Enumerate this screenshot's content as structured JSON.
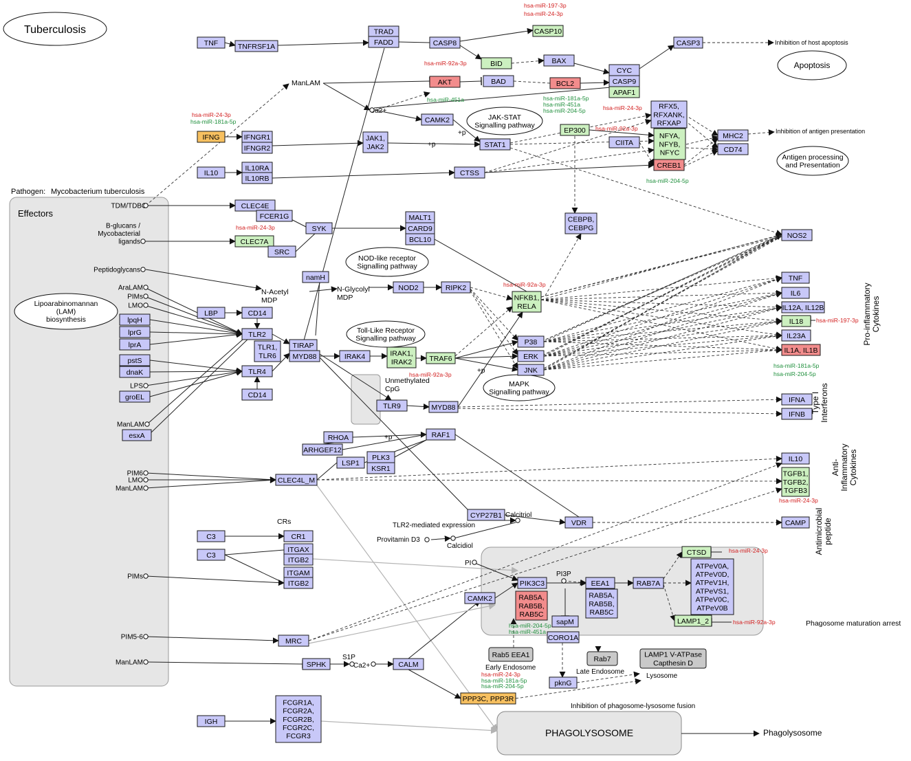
{
  "colors": {
    "gene": "#c8c8f8",
    "up": "#f28c8c",
    "target": "#ccf0c0",
    "orange": "#f7c060",
    "panel": "#e6e6e6",
    "mir_red": "#d21f1f",
    "mir_green": "#1f8f3c"
  },
  "title": "Tuberculosis",
  "pathogen_label": "Pathogen:",
  "pathogen_name": "Mycobacterium tuberculosis",
  "effectors_title": "Effectors",
  "genes": [
    {
      "id": "TNF_a",
      "label": "TNF",
      "c": "gene"
    },
    {
      "id": "TNFRSF1A",
      "label": "TNFRSF1A",
      "c": "gene"
    },
    {
      "id": "TRAD",
      "label": "TRAD",
      "c": "gene"
    },
    {
      "id": "FADD",
      "label": "FADD",
      "c": "gene"
    },
    {
      "id": "CASP8",
      "label": "CASP8",
      "c": "gene"
    },
    {
      "id": "CASP10",
      "label": "CASP10",
      "c": "target"
    },
    {
      "id": "CASP3",
      "label": "CASP3",
      "c": "gene"
    },
    {
      "id": "BID",
      "label": "BID",
      "c": "target"
    },
    {
      "id": "BAX",
      "label": "BAX",
      "c": "gene"
    },
    {
      "id": "AKT",
      "label": "AKT",
      "c": "up"
    },
    {
      "id": "BAD",
      "label": "BAD",
      "c": "gene"
    },
    {
      "id": "BCL2",
      "label": "BCL2",
      "c": "up"
    },
    {
      "id": "CYC",
      "label": "CYC",
      "c": "gene"
    },
    {
      "id": "CASP9",
      "label": "CASP9",
      "c": "gene"
    },
    {
      "id": "APAF1",
      "label": "APAF1",
      "c": "target"
    },
    {
      "id": "IFNG",
      "label": "IFNG",
      "c": "orange"
    },
    {
      "id": "IFNGR1",
      "label": "IFNGR1",
      "c": "gene"
    },
    {
      "id": "IFNGR2",
      "label": "IFNGR2",
      "c": "gene"
    },
    {
      "id": "JAK",
      "label": "JAK1,\nJAK2",
      "c": "gene"
    },
    {
      "id": "CAMK2_top",
      "label": "CAMK2",
      "c": "gene"
    },
    {
      "id": "STAT1",
      "label": "STAT1",
      "c": "gene"
    },
    {
      "id": "EP300",
      "label": "EP300",
      "c": "target"
    },
    {
      "id": "RFX",
      "label": "RFX5,\nRFXANK,\nRFXAP",
      "c": "gene"
    },
    {
      "id": "NFY",
      "label": "NFYA,\nNFYB,\nNFYC",
      "c": "target"
    },
    {
      "id": "CIITA",
      "label": "CIITA",
      "c": "gene"
    },
    {
      "id": "CREB1",
      "label": "CREB1",
      "c": "up"
    },
    {
      "id": "MHC2",
      "label": "MHC2",
      "c": "gene"
    },
    {
      "id": "CD74",
      "label": "CD74",
      "c": "gene"
    },
    {
      "id": "IL10_a",
      "label": "IL10",
      "c": "gene"
    },
    {
      "id": "IL10RA",
      "label": "IL10RA",
      "c": "gene"
    },
    {
      "id": "IL10RB",
      "label": "IL10RB",
      "c": "gene"
    },
    {
      "id": "CTSS",
      "label": "CTSS",
      "c": "gene"
    },
    {
      "id": "CLEC4E",
      "label": "CLEC4E",
      "c": "gene"
    },
    {
      "id": "FCER1G",
      "label": "FCER1G",
      "c": "gene"
    },
    {
      "id": "SYK",
      "label": "SYK",
      "c": "gene"
    },
    {
      "id": "CLEC7A",
      "label": "CLEC7A",
      "c": "target"
    },
    {
      "id": "SRC",
      "label": "SRC",
      "c": "gene"
    },
    {
      "id": "MALT1",
      "label": "MALT1",
      "c": "gene"
    },
    {
      "id": "CARD9",
      "label": "CARD9",
      "c": "gene"
    },
    {
      "id": "BCL10",
      "label": "BCL10",
      "c": "gene"
    },
    {
      "id": "CEBP",
      "label": "CEBPB,\nCEBPG",
      "c": "gene"
    },
    {
      "id": "NOS2",
      "label": "NOS2",
      "c": "gene"
    },
    {
      "id": "namH",
      "label": "namH",
      "c": "gene"
    },
    {
      "id": "NOD2",
      "label": "NOD2",
      "c": "gene"
    },
    {
      "id": "RIPK2",
      "label": "RIPK2",
      "c": "gene"
    },
    {
      "id": "NFKB",
      "label": "NFKB1,\nRELA",
      "c": "target"
    },
    {
      "id": "TNF_b",
      "label": "TNF",
      "c": "gene"
    },
    {
      "id": "IL6",
      "label": "IL6",
      "c": "gene"
    },
    {
      "id": "IL12",
      "label": "IL12A, IL12B",
      "c": "gene"
    },
    {
      "id": "IL18",
      "label": "IL18",
      "c": "target"
    },
    {
      "id": "IL23A",
      "label": "IL23A",
      "c": "gene"
    },
    {
      "id": "IL1",
      "label": "IL1A, IL1B",
      "c": "up"
    },
    {
      "id": "LBP",
      "label": "LBP",
      "c": "gene"
    },
    {
      "id": "CD14_a",
      "label": "CD14",
      "c": "gene"
    },
    {
      "id": "TLR2",
      "label": "TLR2",
      "c": "gene"
    },
    {
      "id": "TLR16",
      "label": "TLR1,\nTLR6",
      "c": "gene"
    },
    {
      "id": "TLR4",
      "label": "TLR4",
      "c": "gene"
    },
    {
      "id": "CD14_b",
      "label": "CD14",
      "c": "gene"
    },
    {
      "id": "TIRAP",
      "label": "TIRAP",
      "c": "gene"
    },
    {
      "id": "MYD88_a",
      "label": "MYD88",
      "c": "gene"
    },
    {
      "id": "IRAK4",
      "label": "IRAK4",
      "c": "gene"
    },
    {
      "id": "IRAK12",
      "label": "IRAK1,\nIRAK2",
      "c": "target"
    },
    {
      "id": "TRAF6",
      "label": "TRAF6",
      "c": "target"
    },
    {
      "id": "P38",
      "label": "P38",
      "c": "gene"
    },
    {
      "id": "ERK",
      "label": "ERK",
      "c": "gene"
    },
    {
      "id": "JNK",
      "label": "JNK",
      "c": "gene"
    },
    {
      "id": "lpqH",
      "label": "lpqH",
      "c": "gene"
    },
    {
      "id": "lprG",
      "label": "lprG",
      "c": "gene"
    },
    {
      "id": "lprA",
      "label": "lprA",
      "c": "gene"
    },
    {
      "id": "pstS",
      "label": "pstS",
      "c": "gene"
    },
    {
      "id": "dnaK",
      "label": "dnaK",
      "c": "gene"
    },
    {
      "id": "groEL",
      "label": "groEL",
      "c": "gene"
    },
    {
      "id": "esxA",
      "label": "esxA",
      "c": "gene"
    },
    {
      "id": "TLR9",
      "label": "TLR9",
      "c": "gene"
    },
    {
      "id": "MYD88_b",
      "label": "MYD88",
      "c": "gene"
    },
    {
      "id": "IFNA",
      "label": "IFNA",
      "c": "gene"
    },
    {
      "id": "IFNB",
      "label": "IFNB",
      "c": "gene"
    },
    {
      "id": "RHOA",
      "label": "RHOA",
      "c": "gene"
    },
    {
      "id": "ARHGEF12",
      "label": "ARHGEF12",
      "c": "gene"
    },
    {
      "id": "RAF1",
      "label": "RAF1",
      "c": "gene"
    },
    {
      "id": "LSP1",
      "label": "LSP1",
      "c": "gene"
    },
    {
      "id": "PLK3",
      "label": "PLK3",
      "c": "gene"
    },
    {
      "id": "KSR1",
      "label": "KSR1",
      "c": "gene"
    },
    {
      "id": "CLEC4L",
      "label": "CLEC4L_M",
      "c": "gene"
    },
    {
      "id": "IL10_b",
      "label": "IL10",
      "c": "gene"
    },
    {
      "id": "TGFB",
      "label": "TGFB1,\nTGFB2,\nTGFB3",
      "c": "target"
    },
    {
      "id": "CYP27B1",
      "label": "CYP27B1",
      "c": "gene"
    },
    {
      "id": "VDR",
      "label": "VDR",
      "c": "gene"
    },
    {
      "id": "CAMP",
      "label": "CAMP",
      "c": "gene"
    },
    {
      "id": "C3_a",
      "label": "C3",
      "c": "gene"
    },
    {
      "id": "CR1",
      "label": "CR1",
      "c": "gene"
    },
    {
      "id": "C3_b",
      "label": "C3",
      "c": "gene"
    },
    {
      "id": "ITGAX",
      "label": "ITGAX",
      "c": "gene"
    },
    {
      "id": "ITGB2_a",
      "label": "ITGB2",
      "c": "gene"
    },
    {
      "id": "ITGAM",
      "label": "ITGAM",
      "c": "gene"
    },
    {
      "id": "ITGB2_b",
      "label": "ITGB2",
      "c": "gene"
    },
    {
      "id": "CTSD",
      "label": "CTSD",
      "c": "target"
    },
    {
      "id": "ATP",
      "label": "ATPeV0A,\nATPeV0D,\nATPeV1H,\nATPeVS1,\nATPeV0C,\nATPeV0B",
      "c": "gene"
    },
    {
      "id": "PIK3C3",
      "label": "PIK3C3",
      "c": "gene"
    },
    {
      "id": "RAB5_red",
      "label": "RAB5A,\nRAB5B,\nRAB5C",
      "c": "up"
    },
    {
      "id": "EEA1",
      "label": "EEA1",
      "c": "gene"
    },
    {
      "id": "RAB5_blue",
      "label": "RAB5A,\nRAB5B,\nRAB5C",
      "c": "gene"
    },
    {
      "id": "RAB7A",
      "label": "RAB7A",
      "c": "gene"
    },
    {
      "id": "LAMP12",
      "label": "LAMP1_2",
      "c": "target"
    },
    {
      "id": "CAMK2_bot",
      "label": "CAMK2",
      "c": "gene"
    },
    {
      "id": "sapM",
      "label": "sapM",
      "c": "gene"
    },
    {
      "id": "CORO1A",
      "label": "CORO1A",
      "c": "gene"
    },
    {
      "id": "MRC",
      "label": "MRC",
      "c": "gene"
    },
    {
      "id": "SPHK",
      "label": "SPHK",
      "c": "gene"
    },
    {
      "id": "CALM",
      "label": "CALM",
      "c": "gene"
    },
    {
      "id": "pknG",
      "label": "pknG",
      "c": "gene"
    },
    {
      "id": "PPP3C",
      "label": "PPP3C, PPP3R",
      "c": "orange"
    },
    {
      "id": "FCGR",
      "label": "FCGR1A,\nFCGR2A,\nFCGR2B,\nFCGR2C,\nFCGR3",
      "c": "gene"
    },
    {
      "id": "IGH",
      "label": "IGH",
      "c": "gene"
    },
    {
      "id": "Rab5EEA1",
      "label": "Rab5 EEA1",
      "c": "grey"
    },
    {
      "id": "Rab7",
      "label": "Rab7",
      "c": "grey"
    },
    {
      "id": "LAMP1V",
      "label": "LAMP1 V-ATPase\nCapthesin D",
      "c": "grey"
    }
  ],
  "ovals": [
    {
      "id": "apoptosis",
      "label": "Apoptosis"
    },
    {
      "id": "jakstat",
      "label": "JAK-STAT\nSignalling pathway"
    },
    {
      "id": "antigen",
      "label": "Antigen processing\nand Presentation"
    },
    {
      "id": "nod",
      "label": "NOD-like receptor\nSignalling pathway"
    },
    {
      "id": "lam",
      "label": "Lipoarabinomannan\n(LAM)\nbiosynthesis"
    },
    {
      "id": "tlr",
      "label": "Toll-Like Receptor\nSignalling pathway"
    },
    {
      "id": "mapk",
      "label": "MAPK\nSignalling pathway"
    }
  ],
  "effector_labels": [
    {
      "id": "tdm",
      "label": "TDM/TDB"
    },
    {
      "id": "bglucans",
      "label": "B-glucans /\nMycobacterial\nligands"
    },
    {
      "id": "peptido",
      "label": "Peptidoglycans"
    },
    {
      "id": "aralam",
      "label": "AraLAM"
    },
    {
      "id": "pims1",
      "label": "PIMs"
    },
    {
      "id": "lmo1",
      "label": "LMO"
    },
    {
      "id": "lps",
      "label": "LPS"
    },
    {
      "id": "manlam1",
      "label": "ManLAM"
    },
    {
      "id": "pim6",
      "label": "PIM6"
    },
    {
      "id": "lmo2",
      "label": "LMO"
    },
    {
      "id": "manlam2",
      "label": "ManLAM"
    },
    {
      "id": "pims2",
      "label": "PIMs"
    },
    {
      "id": "pim56",
      "label": "PIM5-6"
    },
    {
      "id": "manlam3",
      "label": "ManLAM"
    }
  ],
  "labels": [
    {
      "id": "manlam_top",
      "label": "ManLAM"
    },
    {
      "id": "ca2_top",
      "label": "Ca2+"
    },
    {
      "id": "p1",
      "label": "+p"
    },
    {
      "id": "p2",
      "label": "+p"
    },
    {
      "id": "nacetyl",
      "label": "N-Acetyl\nMDP"
    },
    {
      "id": "nglycolyl",
      "label": "N-Glycolyl\nMDP"
    },
    {
      "id": "unmeth",
      "label": "Unmethylated\nCpG"
    },
    {
      "id": "p3",
      "label": "+p"
    },
    {
      "id": "p4",
      "label": "+p"
    },
    {
      "id": "crs",
      "label": "CRs"
    },
    {
      "id": "tlr2med",
      "label": "TLR2-mediated expression"
    },
    {
      "id": "calcitriol",
      "label": "Calcitriol"
    },
    {
      "id": "provitd3",
      "label": "Provitamin D3"
    },
    {
      "id": "calcidiol",
      "label": "Calcidiol"
    },
    {
      "id": "pi",
      "label": "PI"
    },
    {
      "id": "pi3p",
      "label": "PI3P"
    },
    {
      "id": "s1p",
      "label": "S1P"
    },
    {
      "id": "ca2_bot",
      "label": "Ca2+"
    },
    {
      "id": "early",
      "label": "Early Endosome"
    },
    {
      "id": "late",
      "label": "Late Endosome"
    },
    {
      "id": "lyso",
      "label": "Lysosome"
    },
    {
      "id": "inh_fusion",
      "label": "Inhibition of phagosome-lysosome fusion"
    },
    {
      "id": "inh_host",
      "label": "Inhibition of host apoptosis"
    },
    {
      "id": "inh_antigen",
      "label": "Inhibition of antigen presentation"
    },
    {
      "id": "phago_arrest",
      "label": "Phagosome maturation arrest"
    },
    {
      "id": "phago_out",
      "label": "Phagolysosome"
    },
    {
      "id": "phago_box",
      "label": "PHAGOLYSOSOME"
    }
  ],
  "side_labels": [
    {
      "id": "proinfl",
      "label": "Pro-inflammatory\nCytokines"
    },
    {
      "id": "typeI",
      "label": "Type I\nInterferons"
    },
    {
      "id": "antiinfl",
      "label": "Anti-\nInflammatory\nCytokines"
    },
    {
      "id": "antimicro",
      "label": "Antimicrobial\npeptide"
    }
  ],
  "mirnas": [
    {
      "id": "m1",
      "label": "hsa-miR-197-3p",
      "c": "red"
    },
    {
      "id": "m2",
      "label": "hsa-miR-24-3p",
      "c": "red"
    },
    {
      "id": "m3",
      "label": "hsa-miR-92a-3p",
      "c": "red"
    },
    {
      "id": "m4",
      "label": "hsa-miR-451a",
      "c": "green"
    },
    {
      "id": "m5",
      "label": "hsa-miR-181a-5p",
      "c": "green"
    },
    {
      "id": "m6",
      "label": "hsa-miR-451a",
      "c": "green"
    },
    {
      "id": "m7",
      "label": "hsa-miR-204-5p",
      "c": "green"
    },
    {
      "id": "m8",
      "label": "hsa-miR-24-3p",
      "c": "red"
    },
    {
      "id": "m9",
      "label": "hsa-miR-24-3p",
      "c": "red"
    },
    {
      "id": "m10",
      "label": "hsa-miR-181a-5p",
      "c": "green"
    },
    {
      "id": "m11",
      "label": "hsa-miR-92a-3p",
      "c": "red"
    },
    {
      "id": "m12",
      "label": "hsa-miR-204-5p",
      "c": "green"
    },
    {
      "id": "m13",
      "label": "hsa-miR-24-3p",
      "c": "red"
    },
    {
      "id": "m14",
      "label": "hsa-miR-92a-3p",
      "c": "red"
    },
    {
      "id": "m15",
      "label": "hsa-miR-197-3p",
      "c": "red"
    },
    {
      "id": "m16",
      "label": "hsa-miR-181a-5p",
      "c": "green"
    },
    {
      "id": "m17",
      "label": "hsa-miR-204-5p",
      "c": "green"
    },
    {
      "id": "m18",
      "label": "hsa-miR-92a-3p",
      "c": "red"
    },
    {
      "id": "m19",
      "label": "hsa-miR-24-3p",
      "c": "red"
    },
    {
      "id": "m20",
      "label": "hsa-miR-24-3p",
      "c": "red"
    },
    {
      "id": "m21",
      "label": "hsa-miR-92a-3p",
      "c": "red"
    },
    {
      "id": "m22",
      "label": "hsa-miR-204-5p",
      "c": "green"
    },
    {
      "id": "m23",
      "label": "hsa-miR-451a",
      "c": "green"
    },
    {
      "id": "m24",
      "label": "hsa-miR-24-3p",
      "c": "red"
    },
    {
      "id": "m25",
      "label": "hsa-miR-181a-5p",
      "c": "green"
    },
    {
      "id": "m26",
      "label": "hsa-miR-204-5p",
      "c": "green"
    }
  ]
}
